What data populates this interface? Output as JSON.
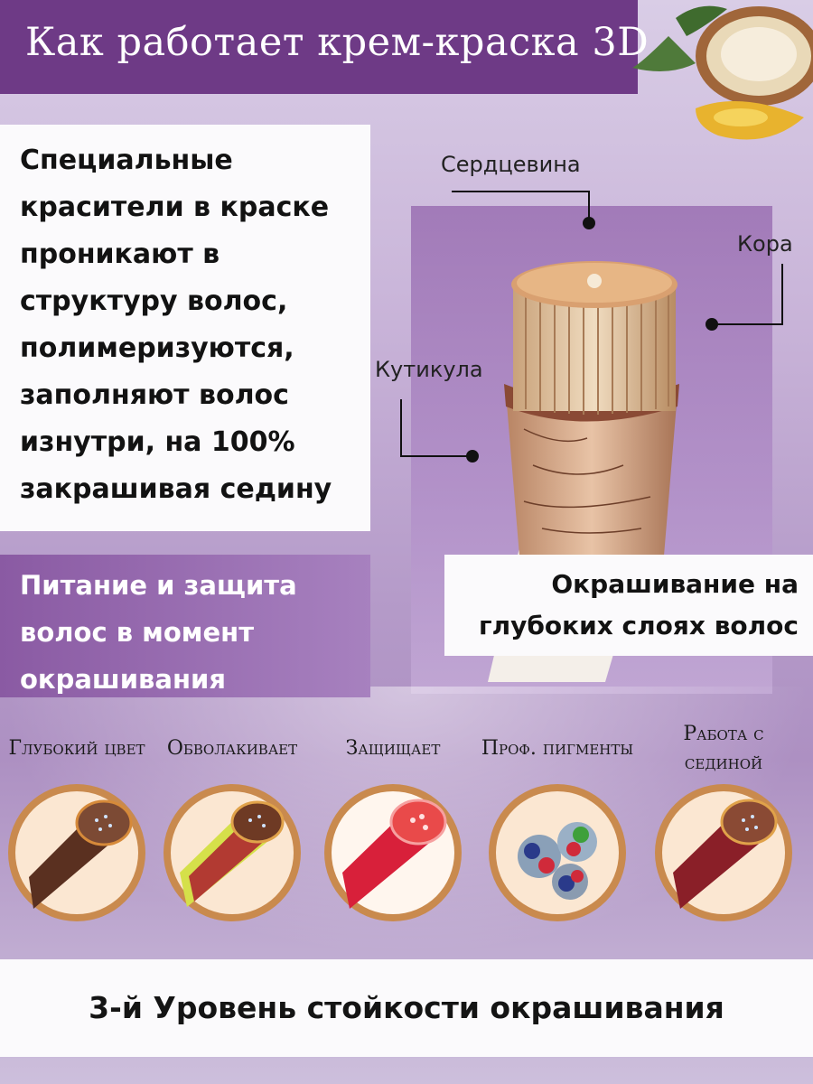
{
  "title": "Как работает крем-краска 3D",
  "info_text": "Специальные красители в краске проникают в структуру волос, полимеризуются, заполняют волос изнутри, на 100% закрашивая седину",
  "nutrition_text": "Питание и защита волос в момент окрашивания",
  "diagram": {
    "core_label": "Сердцевина",
    "cortex_label": "Кора",
    "cuticle_label": "Кутикула"
  },
  "deep_text": "Окрашивание на глубоких слоях волос",
  "features": [
    {
      "label": "Глубокий цвет",
      "icon": "dark-hair-strand-icon"
    },
    {
      "label": "Обволакивает",
      "icon": "coated-hair-strand-icon"
    },
    {
      "label": "Защищает",
      "icon": "red-hair-strand-icon"
    },
    {
      "label": "Проф. пигменты",
      "icon": "pigment-molecules-icon"
    },
    {
      "label": "Работа с сединой",
      "icon": "grey-cover-strand-icon"
    }
  ],
  "bottom_text": "3-й Уровень стойкости окрашивания",
  "colors": {
    "brand_purple": "#6e3a86",
    "panel_white": "#fbfafc"
  }
}
